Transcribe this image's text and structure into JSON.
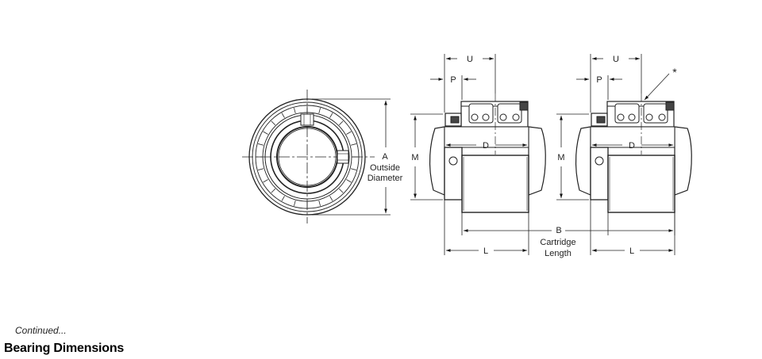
{
  "labels": {
    "a": "A",
    "outside_line1": "Outside",
    "outside_line2": "Diameter",
    "m_left": "M",
    "m_right": "M",
    "u_left": "U",
    "u_right": "U",
    "p_left": "P",
    "p_right": "P",
    "d_left": "D",
    "d_right": "D",
    "b": "B",
    "cartridge_line1": "Cartridge",
    "cartridge_line2": "Length",
    "l_left": "L",
    "l_right": "L",
    "asterisk": "*"
  },
  "footer": {
    "continued": "Continued...",
    "heading": "Bearing Dimensions"
  }
}
